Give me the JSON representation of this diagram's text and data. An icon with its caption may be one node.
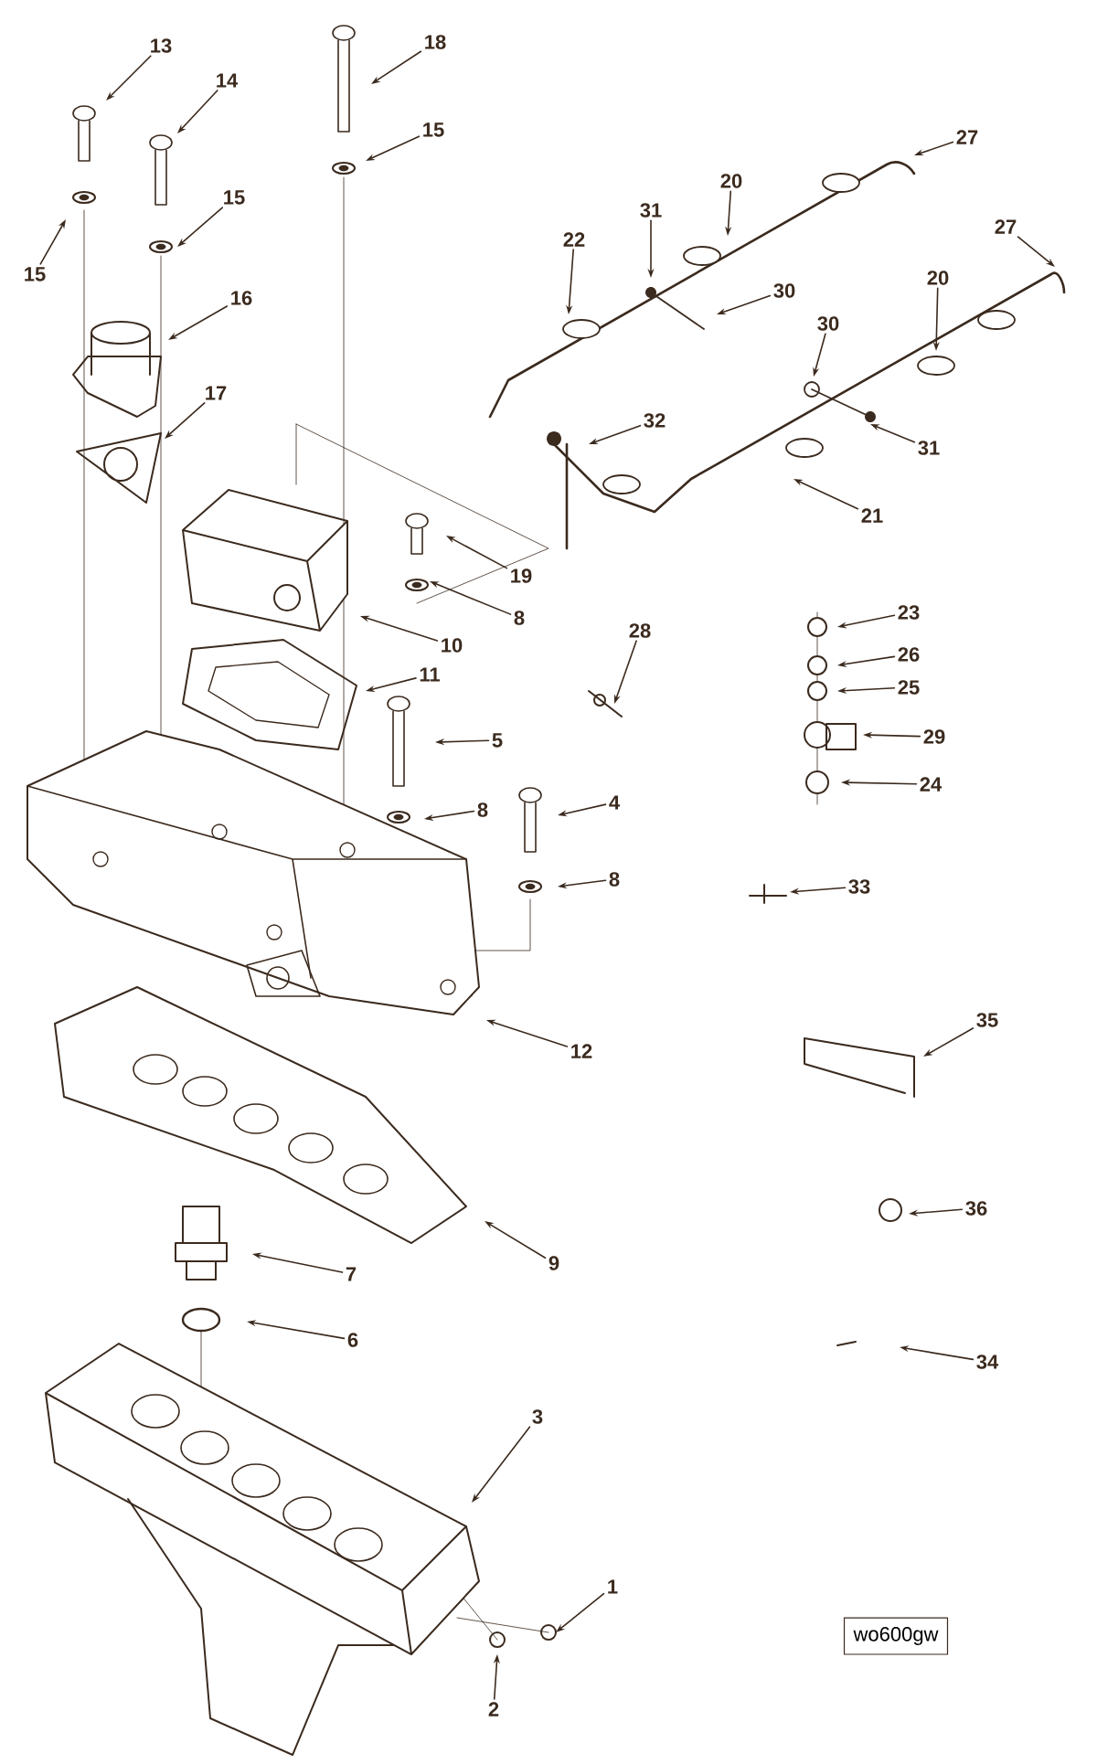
{
  "diagram": {
    "nodes": [
      {
        "text": [
          "18"
        ]
      },
      {
        "text": [
          "13"
        ]
      },
      {
        "text": [
          "14"
        ]
      },
      {
        "text": [
          "15"
        ]
      },
      {
        "text": [
          "27"
        ]
      },
      {
        "text": [
          "20"
        ]
      },
      {
        "text": [
          "15"
        ]
      },
      {
        "text": [
          "31"
        ]
      },
      {
        "text": [
          "27"
        ]
      },
      {
        "text": [
          "22"
        ]
      },
      {
        "text": [
          "15"
        ]
      },
      {
        "text": [
          "20"
        ]
      },
      {
        "text": [
          "30"
        ]
      },
      {
        "text": [
          "16"
        ]
      },
      {
        "text": [
          "30"
        ]
      },
      {
        "text": [
          "17"
        ]
      },
      {
        "text": [
          "32"
        ]
      },
      {
        "text": [
          "31"
        ]
      },
      {
        "text": [
          "21"
        ]
      },
      {
        "text": [
          "19"
        ]
      },
      {
        "text": [
          "23"
        ]
      },
      {
        "text": [
          "28"
        ]
      },
      {
        "text": [
          "10"
        ]
      },
      {
        "text": [
          "8"
        ]
      },
      {
        "text": [
          "26"
        ]
      },
      {
        "text": [
          "11"
        ]
      },
      {
        "text": [
          "25"
        ]
      },
      {
        "text": [
          "29"
        ]
      },
      {
        "text": [
          "5"
        ]
      },
      {
        "text": [
          "24"
        ]
      },
      {
        "text": [
          "4"
        ]
      },
      {
        "text": [
          "8"
        ]
      },
      {
        "text": [
          "8"
        ]
      },
      {
        "text": [
          "33"
        ]
      },
      {
        "text": [
          "35"
        ]
      },
      {
        "text": [
          "12"
        ]
      },
      {
        "text": [
          "36"
        ]
      },
      {
        "text": [
          "9"
        ]
      },
      {
        "text": [
          "7"
        ]
      },
      {
        "text": [
          "6"
        ]
      },
      {
        "text": [
          "34"
        ]
      },
      {
        "text": [
          "3"
        ]
      },
      {
        "text": [
          "1"
        ]
      },
      {
        "text": [
          "wo600gw"
        ]
      },
      {
        "text": [
          "2"
        ]
      }
    ],
    "edges": [
      {
        "from": 0,
        "to": null,
        "arrow": "to"
      },
      {
        "from": 1,
        "to": null,
        "arrow": "to"
      },
      {
        "from": 2,
        "to": null,
        "arrow": "to"
      },
      {
        "from": 3,
        "to": null,
        "arrow": "to"
      },
      {
        "from": 4,
        "to": null,
        "arrow": "to"
      },
      {
        "from": 5,
        "to": null,
        "arrow": "to"
      },
      {
        "from": 6,
        "to": null,
        "arrow": "to"
      },
      {
        "from": 7,
        "to": null,
        "arrow": "to"
      },
      {
        "from": 8,
        "to": null,
        "arrow": "to"
      },
      {
        "from": 9,
        "to": null,
        "arrow": "to"
      },
      {
        "from": 10,
        "to": null,
        "arrow": "to"
      },
      {
        "from": 11,
        "to": null,
        "arrow": "to"
      },
      {
        "from": 12,
        "to": null,
        "arrow": "to"
      },
      {
        "from": 13,
        "to": null,
        "arrow": "to"
      },
      {
        "from": 14,
        "to": null,
        "arrow": "to"
      },
      {
        "from": 15,
        "to": null,
        "arrow": "to"
      },
      {
        "from": 16,
        "to": null,
        "arrow": "to"
      },
      {
        "from": 17,
        "to": null,
        "arrow": "to"
      },
      {
        "from": 18,
        "to": null,
        "arrow": "to"
      },
      {
        "from": 19,
        "to": null,
        "arrow": "to"
      },
      {
        "from": 20,
        "to": null,
        "arrow": "to"
      },
      {
        "from": 21,
        "to": null,
        "arrow": "to"
      },
      {
        "from": 22,
        "to": null,
        "arrow": "to"
      },
      {
        "from": 23,
        "to": null,
        "arrow": "to"
      },
      {
        "from": 24,
        "to": null,
        "arrow": "to"
      },
      {
        "from": 25,
        "to": null,
        "arrow": "to"
      },
      {
        "from": 26,
        "to": null,
        "arrow": "to"
      },
      {
        "from": 27,
        "to": null,
        "arrow": "to"
      },
      {
        "from": 28,
        "to": null,
        "arrow": "to"
      },
      {
        "from": 29,
        "to": null,
        "arrow": "to"
      },
      {
        "from": 30,
        "to": null,
        "arrow": "to"
      },
      {
        "from": 31,
        "to": null,
        "arrow": "to"
      },
      {
        "from": 32,
        "to": null,
        "arrow": "to"
      },
      {
        "from": 33,
        "to": null,
        "arrow": "to"
      },
      {
        "from": 34,
        "to": null,
        "arrow": "to"
      },
      {
        "from": 35,
        "to": null,
        "arrow": "to"
      },
      {
        "from": 36,
        "to": null,
        "arrow": "to"
      },
      {
        "from": 37,
        "to": null,
        "arrow": "to"
      },
      {
        "from": 38,
        "to": null,
        "arrow": "to"
      },
      {
        "from": 39,
        "to": null,
        "arrow": "to"
      },
      {
        "from": 40,
        "to": null,
        "arrow": "to"
      },
      {
        "from": 41,
        "to": null,
        "arrow": "to"
      },
      {
        "from": 42,
        "to": null,
        "arrow": "to"
      },
      {
        "from": 44,
        "to": null,
        "arrow": "to"
      }
    ]
  }
}
